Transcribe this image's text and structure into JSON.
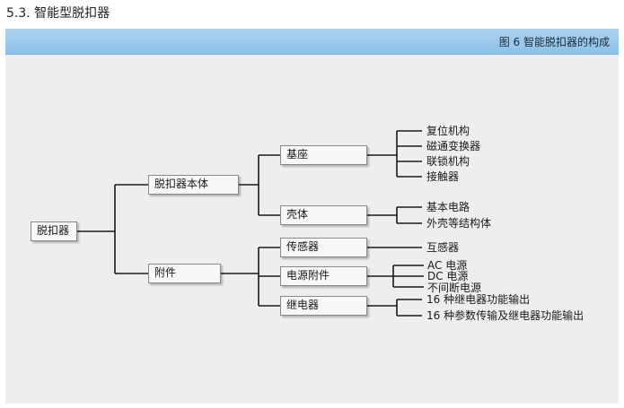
{
  "section_title": "5.3. 智能型脱扣器",
  "figure_caption": "图 6 智能脱扣器的构成",
  "tree": {
    "root": "脱扣器",
    "body": "脱扣器本体",
    "accessory": "附件",
    "base": "基座",
    "base_items": [
      "复位机构",
      "磁通变换器",
      "联锁机构",
      "接触器"
    ],
    "shell": "壳体",
    "shell_items": [
      "基本电路",
      "外壳等结构体"
    ],
    "sensor": "传感器",
    "sensor_item": "互感器",
    "power": "电源附件",
    "power_items": [
      "AC 电源",
      "DC 电源",
      "不间断电源"
    ],
    "relay": "继电器",
    "relay_items": [
      "16 种继电器功能输出",
      "16 种参数传输及继电器功能输出"
    ]
  },
  "colors": {
    "header": "#9ccae9",
    "panel": "#eeeeee",
    "line": "#1a1a1a"
  }
}
